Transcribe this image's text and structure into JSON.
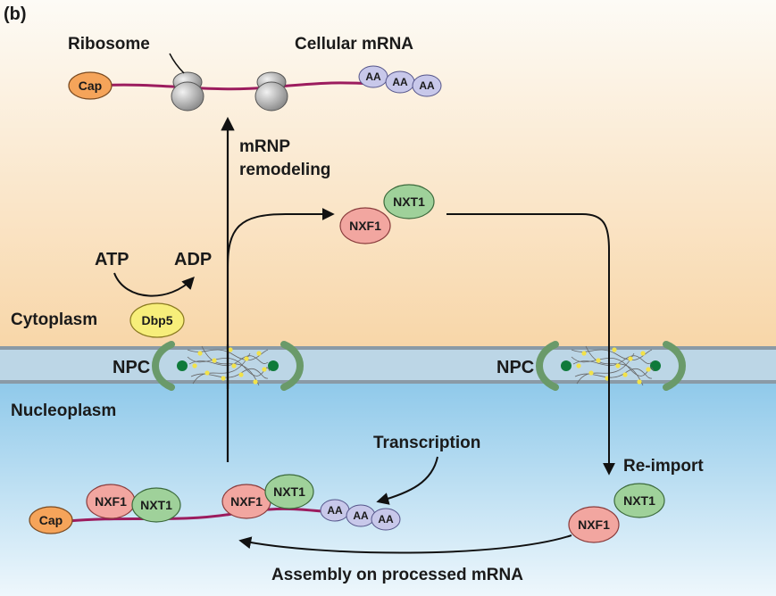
{
  "panel_label": "(b)",
  "labels": {
    "ribosome": "Ribosome",
    "cellular_mrna": "Cellular mRNA",
    "mrnp_line1": "mRNP",
    "mrnp_line2": "remodeling",
    "atp": "ATP",
    "adp": "ADP",
    "cytoplasm": "Cytoplasm",
    "nucleoplasm": "Nucleoplasm",
    "npc_left": "NPC",
    "npc_right": "NPC",
    "transcription": "Transcription",
    "reimport": "Re-import",
    "assembly": "Assembly on processed mRNA"
  },
  "nodes": {
    "cap_top": "Cap",
    "cap_bottom": "Cap",
    "dbp5": "Dbp5",
    "nxf1_top": "NXF1",
    "nxt1_top": "NXT1",
    "nxf1_b1": "NXF1",
    "nxt1_b1": "NXT1",
    "nxf1_b2": "NXF1",
    "nxt1_b2": "NXT1",
    "nxf1_right": "NXF1",
    "nxt1_right": "NXT1",
    "aa": "AA"
  },
  "colors": {
    "cytoplasm_top": "#fdfbf6",
    "cytoplasm_bottom": "#f8d6a8",
    "nucleoplasm_top": "#8fc9ea",
    "nucleoplasm_bottom": "#eaf5fb",
    "membrane": "#bcd6e6",
    "cap": "#f5a45a",
    "nxf1": "#f2a6a0",
    "nxt1": "#9fd19a",
    "dbp5": "#f7ee7a",
    "aa": "#c8c8ea",
    "mrna": "#9c1c5e"
  }
}
